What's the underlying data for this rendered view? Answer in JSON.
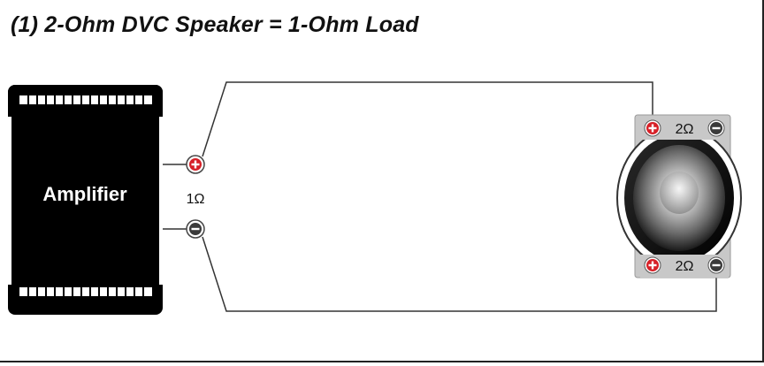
{
  "title": "(1) 2-Ohm DVC Speaker = 1-Ohm Load",
  "amplifier": {
    "label": "Amplifier",
    "load_label": "1Ω"
  },
  "speaker": {
    "coil_top_label": "2Ω",
    "coil_bottom_label": "2Ω"
  },
  "colors": {
    "positive": "#d62027",
    "negative": "#3a3a3a",
    "amp_body": "#000000",
    "speaker_plate": "#c8c8c8",
    "wire": "#333333"
  },
  "icons": {
    "positive_terminal": "plus-circle-icon",
    "negative_terminal": "minus-circle-icon"
  }
}
